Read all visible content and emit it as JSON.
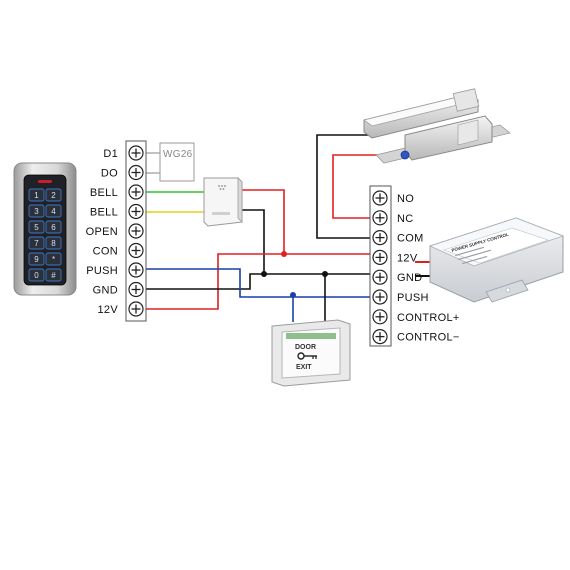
{
  "controller_terminals": [
    "D1",
    "DO",
    "BELL",
    "BELL",
    "OPEN",
    "CON",
    "PUSH",
    "GND",
    "12V"
  ],
  "wg26_label": "WG26",
  "power_terminals": [
    "NO",
    "NC",
    "COM",
    "12V",
    "GND",
    "PUSH",
    "CONTROL+",
    "CONTROL−"
  ],
  "keypad_keys": [
    "1",
    "2",
    "3",
    "4",
    "5",
    "6",
    "7",
    "8",
    "9",
    "*",
    "0",
    "#"
  ],
  "exit_button": {
    "line1": "DOOR",
    "line2": "EXIT"
  },
  "psu_label": "POWER SUPPLY CONTROL",
  "wire_colors": {
    "red": "#e02020",
    "black": "#111111",
    "blue": "#1a3fa8",
    "green": "#2bc42b",
    "yellow": "#e6d21a",
    "gray": "#9a9a9a"
  }
}
